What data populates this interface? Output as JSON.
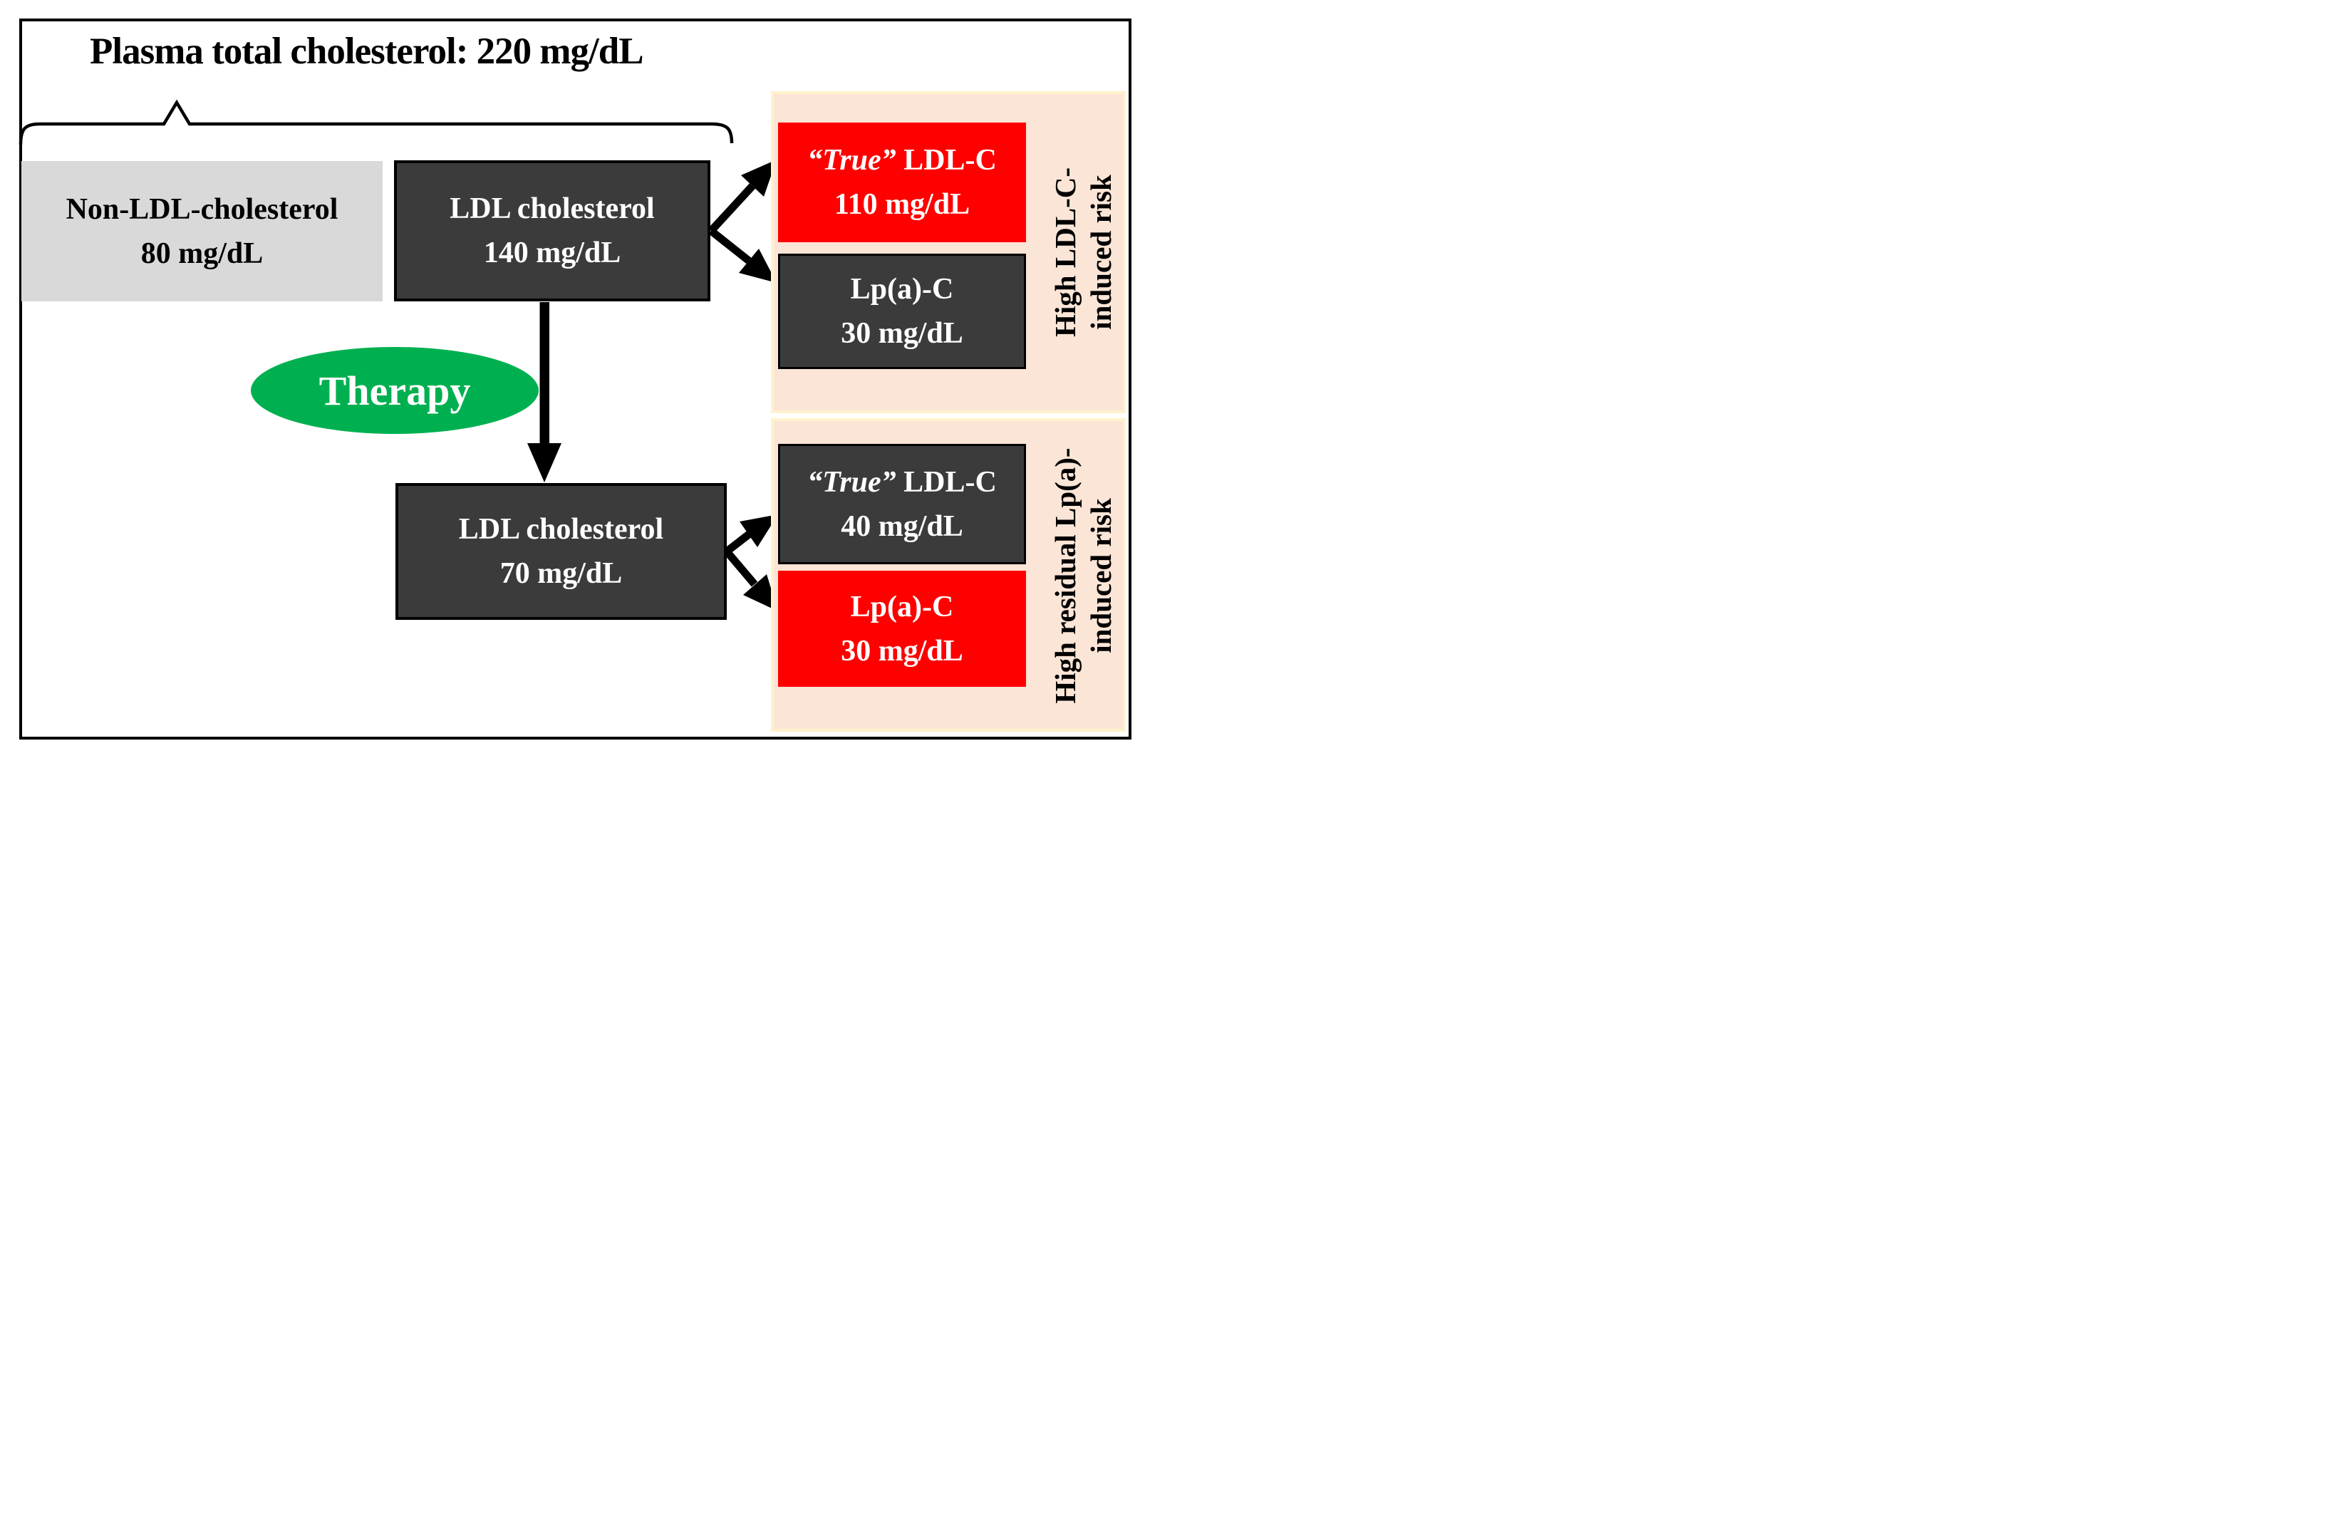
{
  "title": "Plasma total cholesterol: 220 mg/dL",
  "flow": {
    "non_ldl": {
      "line1": "Non-LDL-cholesterol",
      "line2": "80 mg/dL"
    },
    "ldl_before": {
      "line1": "LDL cholesterol",
      "line2": "140 mg/dL"
    },
    "therapy": {
      "label": "Therapy"
    },
    "ldl_after": {
      "line1": "LDL cholesterol",
      "line2": "70 mg/dL"
    }
  },
  "top_panel": {
    "true_ldl": {
      "italic": "“True”",
      "rest": " LDL-C",
      "line2": "110 mg/dL"
    },
    "lpa": {
      "line1": "Lp(a)-C",
      "line2": "30 mg/dL"
    },
    "label_line1": "High LDL-C-",
    "label_line2": "induced risk"
  },
  "bottom_panel": {
    "true_ldl": {
      "italic": "“True”",
      "rest": " LDL-C",
      "line2": "40 mg/dL"
    },
    "lpa": {
      "line1": "Lp(a)-C",
      "line2": "30 mg/dL"
    },
    "label_line1": "High residual Lp(a)-",
    "label_line2": "induced risk"
  },
  "colors": {
    "highlight_red": "#fe0000",
    "box_dark_gray": "#3b3b3b",
    "box_light_gray": "#d9d9d9",
    "therapy_green": "#00b050",
    "panel_peach": "#fbe5d6",
    "panel_border_cream": "#fff2cc",
    "line_black": "#000000"
  }
}
